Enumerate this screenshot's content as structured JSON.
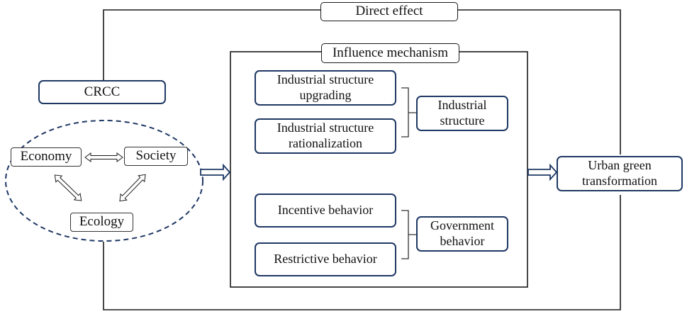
{
  "diagram": {
    "top_label": "Direct effect",
    "cause": "CRCC",
    "dimensions": {
      "economy": "Economy",
      "society": "Society",
      "ecology": "Ecology"
    },
    "mechanism": {
      "title": "Influence mechanism",
      "groups": [
        {
          "name": "Industrial structure",
          "items": [
            "Industrial structure upgrading",
            "Industrial structure rationalization"
          ]
        },
        {
          "name": "Government behavior",
          "items": [
            "Incentive behavior",
            "Restrictive behavior"
          ]
        }
      ]
    },
    "outcome": "Urban green transformation"
  },
  "colors": {
    "navy": "#1f3864",
    "line": "#1a1a1a"
  }
}
